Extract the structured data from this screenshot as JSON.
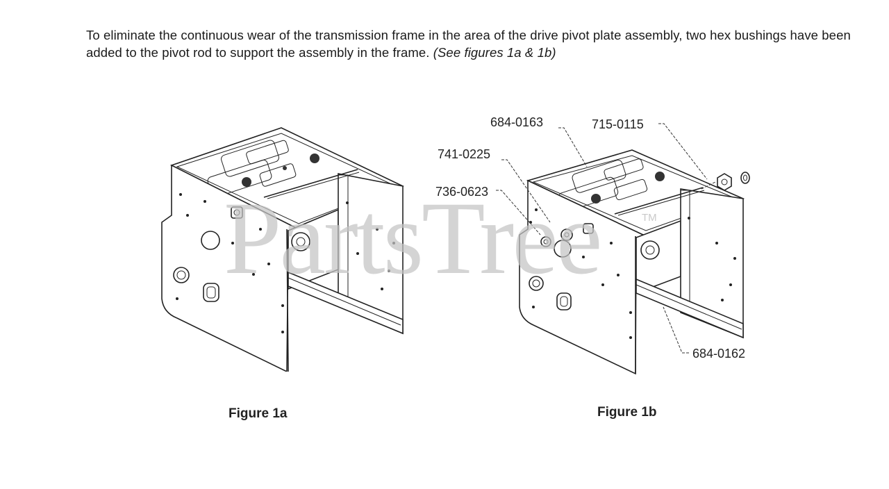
{
  "intro": {
    "text": "To eliminate the continuous wear of the transmission frame in the area of the drive pivot plate assembly, two hex bushings have been added to the pivot rod to support the assembly in the frame.",
    "reference": "(See figures 1a & 1b)"
  },
  "watermark": {
    "brand": "PartsTree",
    "tm": "TM"
  },
  "figure_1a": {
    "caption": "Figure 1a"
  },
  "figure_1b": {
    "caption": "Figure 1b",
    "parts": {
      "p1": "684-0163",
      "p2": "715-0115",
      "p3": "741-0225",
      "p4": "736-0623",
      "p5": "684-0162"
    }
  }
}
